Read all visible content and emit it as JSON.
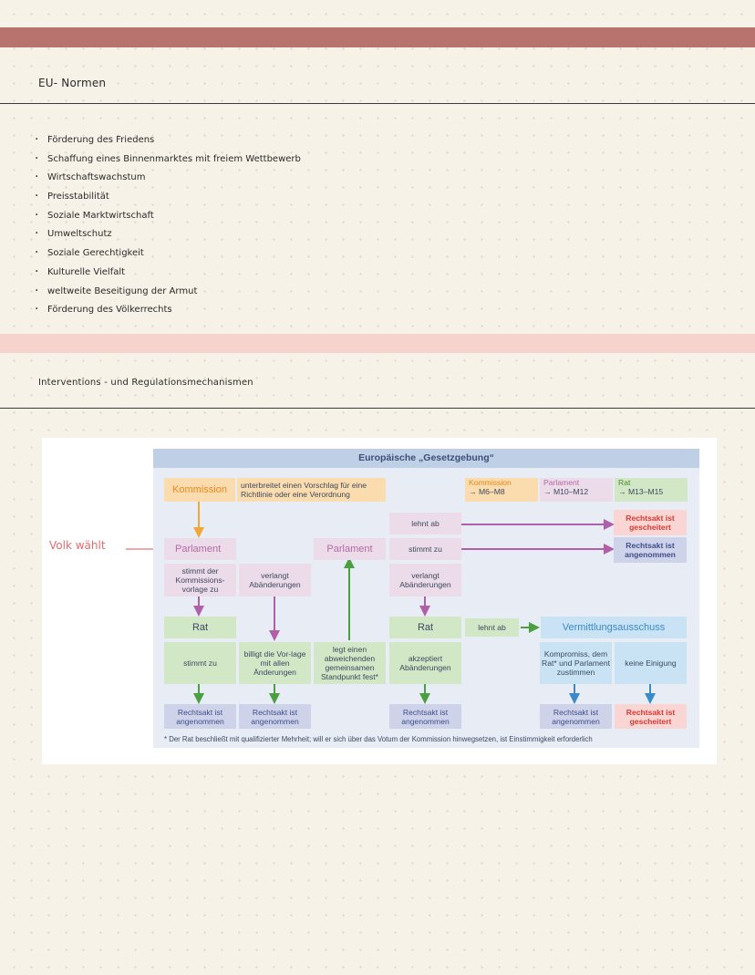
{
  "colors": {
    "band_top": "#b9736f",
    "band_mid": "#f6d3cc",
    "accent_red": "#e26b70"
  },
  "section1": {
    "title": "EU- Normen"
  },
  "norms": [
    "Förderung des Friedens",
    "Schaffung eines Binnenmarktes mit freiem Wettbewerb",
    "Wirtschaftswachstum",
    "Preisstabilität",
    "Soziale Marktwirtschaft",
    "Umweltschutz",
    "Soziale Gerechtigkeit",
    "Kulturelle Vielfalt",
    "weltweite Beseitigung der Armut",
    "Förderung des Völkerrechts"
  ],
  "section2": {
    "title": "Interventions - und Regulationsmechanismen"
  },
  "annotation": {
    "volk": "Volk wählt"
  },
  "diagram": {
    "title": "Europäische „Gesetzgebung“",
    "kommission": "Kommission",
    "kommission_desc": "unterbreitet einen Vorschlag für eine Richtlinie oder eine Verordnung",
    "legend": {
      "kommission": "Kommission",
      "kommission_ref": "→ M6–M8",
      "parlament": "Parlament",
      "parlament_ref": "→ M10–M12",
      "rat": "Rat",
      "rat_ref": "→ M13–M15"
    },
    "parlament_1": "Parlament",
    "parlament_2": "Parlament",
    "lehnt_ab_1": "lehnt ab",
    "stimmt_zu_1": "stimmt zu",
    "result_gescheitert_1": "Rechtsakt ist gescheitert",
    "result_angenommen_1": "Rechtsakt ist angenommen",
    "stimmt_vorlage": "stimmt der Kommissions-vorlage zu",
    "verlangt_1": "verlangt Abänderungen",
    "verlangt_2": "verlangt Abänderungen",
    "rat_1": "Rat",
    "rat_2": "Rat",
    "lehnt_ab_2": "lehnt ab",
    "vermittlung": "Vermittlungsausschuss",
    "stimmt_zu_2": "stimmt zu",
    "billigt": "billigt die Vor-lage mit allen Änderungen",
    "standpunkt": "legt einen abweichenden gemeinsamen Standpunkt fest*",
    "akzeptiert": "akzeptiert Abänderungen",
    "kompromiss": "Kompromiss, dem Rat* und Parlament zustimmen",
    "keine_einigung": "keine Einigung",
    "res_a": "Rechtsakt ist angenommen",
    "res_b": "Rechtsakt ist angenommen",
    "res_c": "Rechtsakt ist angenommen",
    "res_d": "Rechtsakt ist angenommen",
    "res_e": "Rechtsakt ist gescheitert",
    "footnote": "* Der Rat beschließt mit qualifizierter Mehrheit; will er sich über das Votum der Kommission hinwegsetzen, ist Einstimmigkeit erforderlich"
  }
}
